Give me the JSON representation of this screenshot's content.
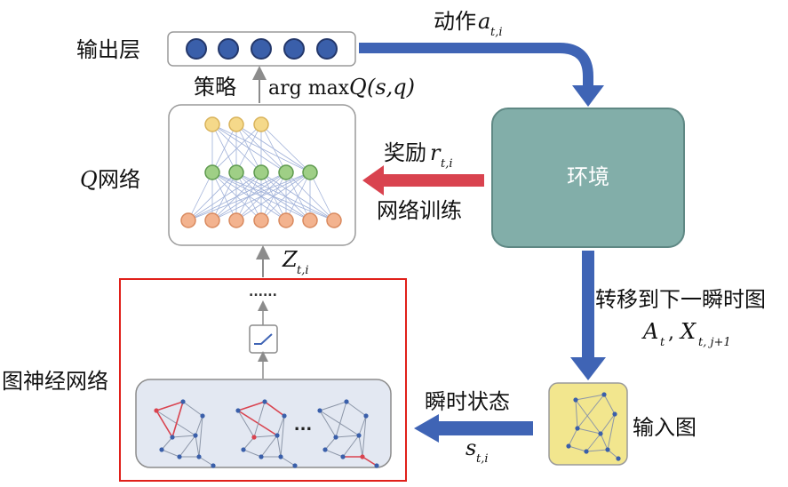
{
  "labels": {
    "output_layer": "输出层",
    "action": "动作",
    "action_var": "a",
    "action_sub": "t,i",
    "policy": "策略",
    "argmax_text": "arg max",
    "q_func": "Q",
    "q_args": "(s,q)",
    "q_net_prefix": "Q",
    "q_net": "网络",
    "reward": "奖励",
    "reward_var": "r",
    "reward_sub": "t,i",
    "training": "网络训练",
    "environment": "环境",
    "z_var": "Z",
    "z_sub": "t,i",
    "dots": "......",
    "gnn": "图神经网络",
    "transition": "转移到下一瞬时图",
    "a_var": "A",
    "a_sub": "t",
    "comma": ",",
    "x_var": "X",
    "x_sub": "t, j+1",
    "instant_state": "瞬时状态",
    "s_var": "s",
    "s_sub": "t,i",
    "input_graph": "输入图",
    "graph_ellipsis": "..."
  },
  "colors": {
    "blue_arrow": "#3f64b5",
    "red_arrow": "#d9434f",
    "environment_fill": "#82aea9",
    "gnn_border": "#e0201a",
    "gnn_panel_fill": "#e3e8f2",
    "input_graph_fill": "#f2e68e",
    "output_node": "#3a5faa",
    "nn_top": "#f5d98a",
    "nn_mid": "#9fcf86",
    "nn_bottom": "#f3b38f"
  }
}
